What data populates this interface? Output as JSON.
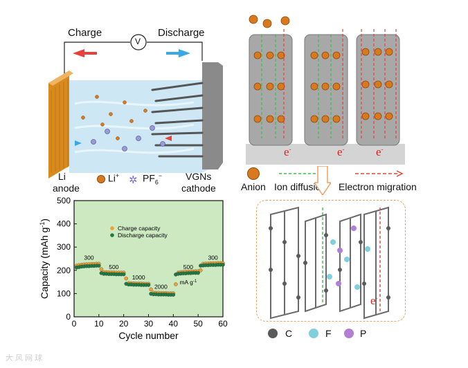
{
  "battery": {
    "charge_label": "Charge",
    "discharge_label": "Discharge",
    "voltmeter_label": "V",
    "anode_label_1": "Li",
    "anode_label_2": "anode",
    "cathode_label_1": "VGNs",
    "cathode_label_2": "cathode",
    "li_ion_label": "Li",
    "li_ion_sup": "+",
    "pf6_label": "PF",
    "pf6_sub": "6",
    "pf6_sup": "−",
    "colors": {
      "anode": "#d98a1c",
      "electrolyte": "#cde8f4",
      "charge_arrow": "#e8413a",
      "discharge_arrow": "#3aa8e8",
      "cathode": "#8a8a8a"
    }
  },
  "legend_top": {
    "anion_label": "Anion",
    "ion_diffusion_label": "Ion diffusion",
    "electron_migration_label": "Electron migration",
    "electron_label": "e",
    "electron_sup": "-"
  },
  "legend_bottom": {
    "c_label": "C",
    "f_label": "F",
    "p_label": "P",
    "colors": {
      "C": "#5a5a5a",
      "F": "#7fd0dc",
      "P": "#b37fd6"
    }
  },
  "zoom": {
    "electron_label": "e",
    "electron_sup": "-"
  },
  "watermark": "大 风 网 球",
  "chart_data": {
    "type": "scatter",
    "xlabel": "Cycle number",
    "ylabel": "Capacity (mAh g",
    "ylabel_sup": "-1",
    "ylabel_tail": ")",
    "xlim": [
      0,
      60
    ],
    "ylim": [
      0,
      500
    ],
    "xticks": [
      0,
      10,
      20,
      30,
      40,
      50,
      60
    ],
    "yticks": [
      0,
      100,
      200,
      300,
      400,
      500
    ],
    "background": "#cde9c2",
    "legend_position": "top-center",
    "rate_unit": "mA g",
    "rate_unit_sup": "-1",
    "rate_labels": [
      {
        "text": "300",
        "x": 6,
        "y": 245
      },
      {
        "text": "500",
        "x": 16,
        "y": 205
      },
      {
        "text": "1000",
        "x": 26,
        "y": 160
      },
      {
        "text": "2000",
        "x": 35,
        "y": 120
      },
      {
        "text": "500",
        "x": 46,
        "y": 205
      },
      {
        "text": "300",
        "x": 56,
        "y": 245
      }
    ],
    "series": [
      {
        "name": "Charge capacity",
        "color": "#f0a030",
        "x": [
          1,
          2,
          3,
          4,
          5,
          6,
          7,
          8,
          9,
          10,
          11,
          12,
          13,
          14,
          15,
          16,
          17,
          18,
          19,
          20,
          21,
          22,
          23,
          24,
          25,
          26,
          27,
          28,
          29,
          30,
          31,
          32,
          33,
          34,
          35,
          36,
          37,
          38,
          39,
          40,
          41,
          42,
          43,
          44,
          45,
          46,
          47,
          48,
          49,
          50,
          51,
          52,
          53,
          54,
          55,
          56,
          57,
          58,
          59,
          60
        ],
        "y": [
          220,
          222,
          224,
          225,
          226,
          226,
          227,
          227,
          228,
          228,
          205,
          192,
          192,
          191,
          191,
          191,
          190,
          190,
          190,
          190,
          165,
          145,
          144,
          144,
          143,
          143,
          143,
          142,
          142,
          142,
          118,
          104,
          103,
          103,
          102,
          102,
          102,
          101,
          101,
          101,
          140,
          190,
          192,
          193,
          194,
          194,
          195,
          195,
          196,
          196,
          200,
          228,
          229,
          229,
          230,
          230,
          230,
          231,
          231,
          231
        ]
      },
      {
        "name": "Discharge capacity",
        "color": "#1f7a45",
        "x": [
          1,
          2,
          3,
          4,
          5,
          6,
          7,
          8,
          9,
          10,
          11,
          12,
          13,
          14,
          15,
          16,
          17,
          18,
          19,
          20,
          21,
          22,
          23,
          24,
          25,
          26,
          27,
          28,
          29,
          30,
          31,
          32,
          33,
          34,
          35,
          36,
          37,
          38,
          39,
          40,
          41,
          42,
          43,
          44,
          45,
          46,
          47,
          48,
          49,
          50,
          51,
          52,
          53,
          54,
          55,
          56,
          57,
          58,
          59,
          60
        ],
        "y": [
          212,
          214,
          216,
          217,
          218,
          218,
          219,
          219,
          220,
          220,
          188,
          185,
          185,
          184,
          184,
          184,
          183,
          183,
          183,
          183,
          142,
          139,
          139,
          138,
          138,
          138,
          137,
          137,
          137,
          137,
          99,
          97,
          97,
          96,
          96,
          96,
          96,
          95,
          95,
          95,
          182,
          185,
          186,
          187,
          187,
          188,
          188,
          189,
          189,
          189,
          220,
          221,
          222,
          222,
          223,
          223,
          223,
          224,
          224,
          224
        ]
      }
    ]
  }
}
